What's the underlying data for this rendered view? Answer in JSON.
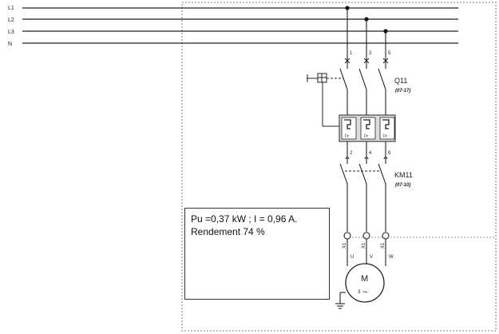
{
  "lines": [
    "L1",
    "L2",
    "L3",
    "N"
  ],
  "breaker": {
    "name": "Q11",
    "ref": "(07-17)",
    "top_terminals": [
      "1",
      "3",
      "5"
    ],
    "bottom_terminals": [
      "2",
      "4",
      "6"
    ],
    "trip_label": "I>"
  },
  "contactor": {
    "name": "KM11",
    "ref": "(07-10)"
  },
  "terminal_block": {
    "terminal_labels": [
      "X1",
      "X1",
      "X1"
    ],
    "phases": [
      "U",
      "V",
      "W"
    ]
  },
  "motor": {
    "label": "M",
    "phase": "3",
    "symbol": "~"
  },
  "note": {
    "line1": "Pu =0,37 kW ; I = 0,96 A.",
    "line2": "Rendement  74 %"
  }
}
